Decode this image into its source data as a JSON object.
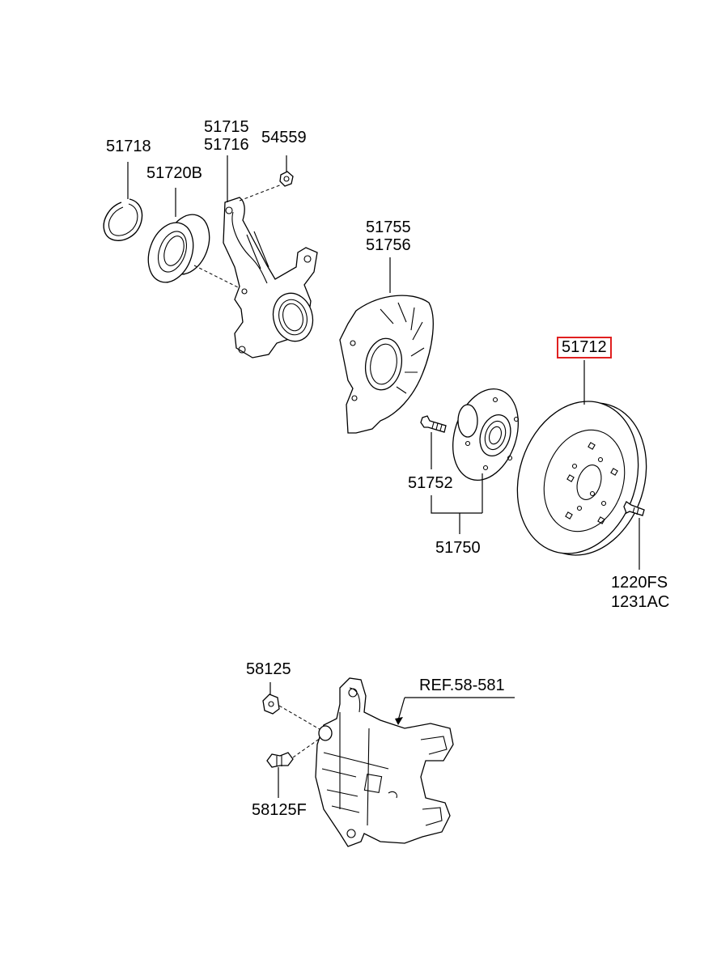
{
  "diagram": {
    "labels": {
      "p51718": "51718",
      "p51715": "51715",
      "p51716": "51716",
      "p54559": "54559",
      "p51720b": "51720B",
      "p51755": "51755",
      "p51756": "51756",
      "p51712": "51712",
      "p51752": "51752",
      "p51750": "51750",
      "p1220fs": "1220FS",
      "p1231ac": "1231AC",
      "p58125": "58125",
      "p58125f": "58125F",
      "ref": "REF.58-581"
    },
    "highlight_color": "#e02020"
  }
}
